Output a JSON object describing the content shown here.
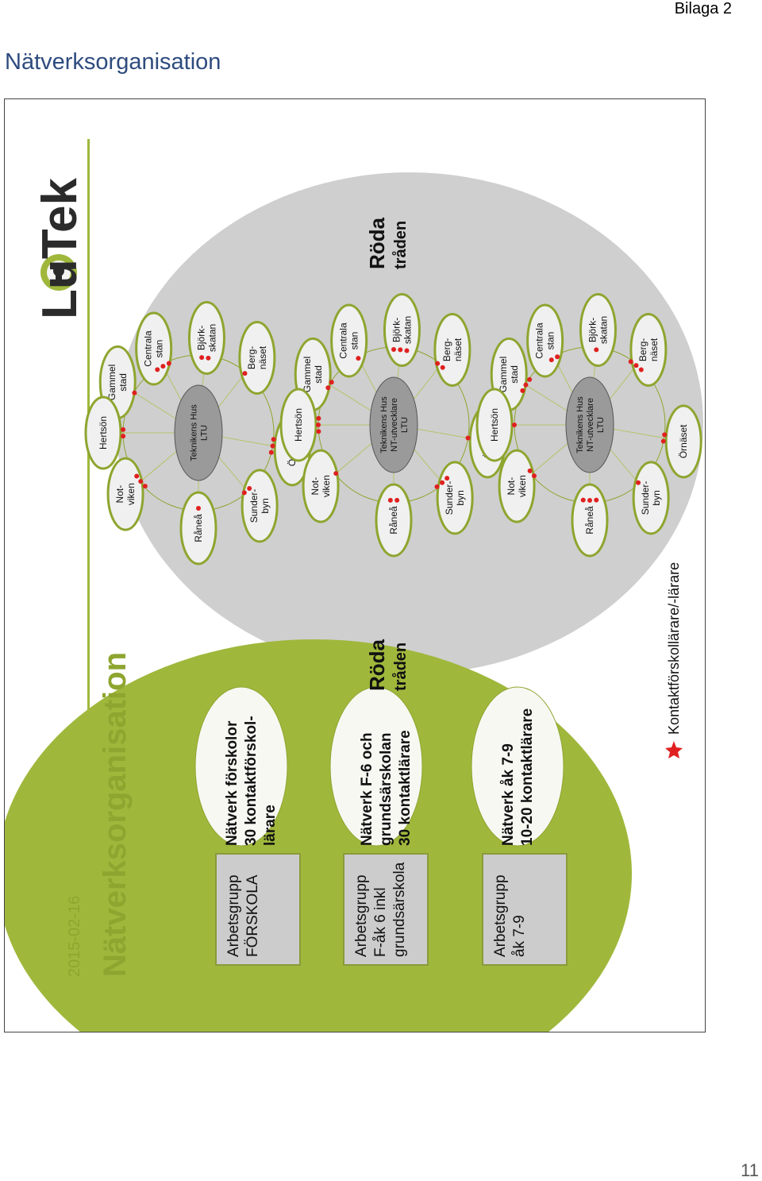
{
  "appendix_label": "Bilaga 2",
  "document_title": "Nätverksorganisation",
  "page_number": "11",
  "slide": {
    "date": "2015-02-16",
    "title": "Nätverksorganisation",
    "logo_text": "LuTek",
    "colors": {
      "green": "#9fb83c",
      "gray": "#cfcfcf",
      "center_gray": "#9a9a9a",
      "star_red": "#e02020",
      "box_gray": "#cccccc"
    },
    "workgroups": [
      {
        "lines": [
          "Arbetsgrupp",
          "FÖRSKOLA"
        ]
      },
      {
        "lines": [
          "Arbetsgrupp",
          "F-åk 6 inkl",
          "grundsärskola"
        ]
      },
      {
        "lines": [
          "Arbetsgrupp",
          "åk 7-9"
        ]
      }
    ],
    "networks": [
      {
        "lines": [
          "Nätverk förskolor",
          "30 kontaktförskol-",
          "lärare"
        ]
      },
      {
        "lines": [
          "Nätverk F-6 och",
          "grundsärskolan",
          "30 kontaktlärare"
        ]
      },
      {
        "lines": [
          "Nätverk åk 7-9",
          "10-20 kontaktlärare"
        ]
      }
    ],
    "roda_traden": [
      "Röda",
      "tråden"
    ],
    "clusters": [
      {
        "center": [
          "Teknikens Hus",
          "LTU"
        ]
      },
      {
        "center": [
          "Teknikens Hus",
          "NT-utvecklare",
          "LTU"
        ]
      },
      {
        "center": [
          "Teknikens Hus",
          "NT-utvecklare",
          "LTU"
        ]
      }
    ],
    "areas": [
      [
        "Berg-",
        "näset"
      ],
      [
        "Björk-",
        "skatan"
      ],
      [
        "Centrala",
        "stan"
      ],
      [
        "Gammel",
        "stad"
      ],
      [
        "Hertsön"
      ],
      [
        "Not-",
        "viken"
      ],
      [
        "Råneå"
      ],
      [
        "Sunder-",
        "byn"
      ],
      [
        "Örnäset"
      ]
    ],
    "legend": "Kontaktförskollärare/-lärare"
  }
}
